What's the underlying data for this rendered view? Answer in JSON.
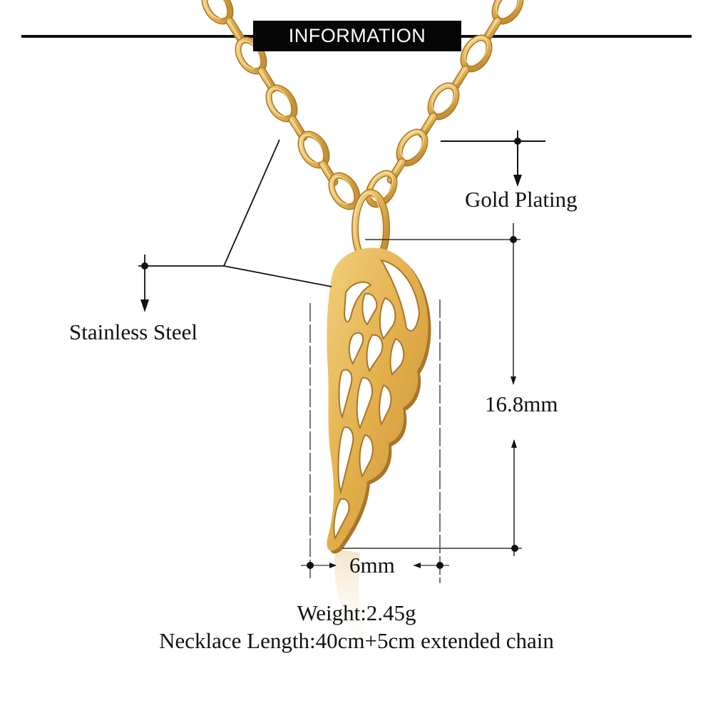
{
  "header": {
    "title": "INFORMATION"
  },
  "callouts": {
    "material_plating": "Gold Plating",
    "material_base": "Stainless Steel"
  },
  "dimensions": {
    "height": "16.8mm",
    "width": "6mm"
  },
  "specs": {
    "weight": "Weight:2.45g",
    "necklace_length": "Necklace Length:40cm+5cm extended chain"
  },
  "product": {
    "pendant_shape": "angel-wing",
    "finish": "gold"
  },
  "colors": {
    "gold": "#E3B24F",
    "gold_dark": "#A8762A",
    "gold_light": "#F6D98E",
    "header_bg": "#050505",
    "header_text": "#FFFFFF",
    "line": "#111111"
  }
}
